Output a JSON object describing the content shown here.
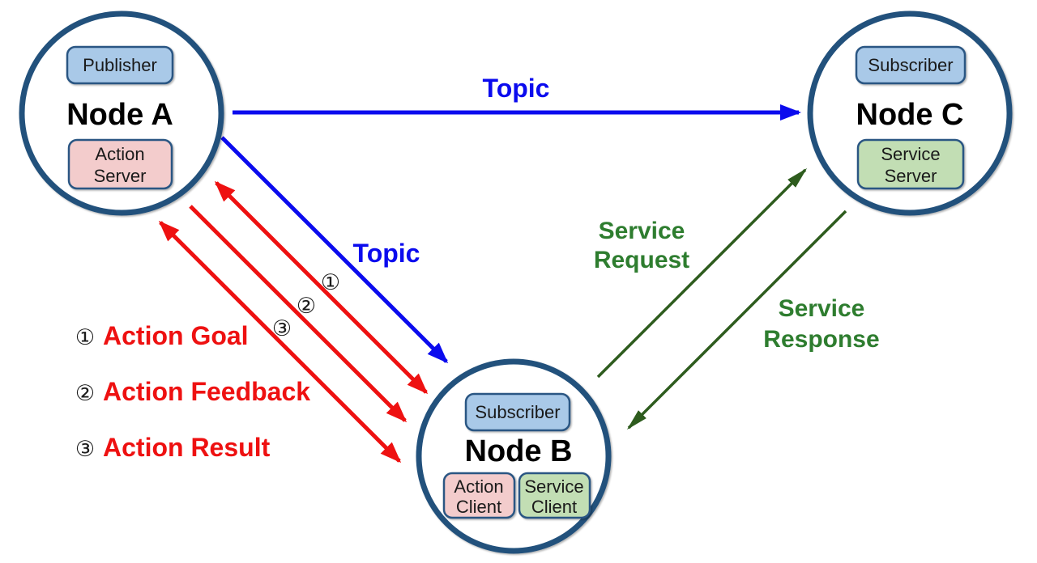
{
  "colors": {
    "background": "#ffffff",
    "node_border": "#24517C",
    "box_border": "#2A5683",
    "blue_box_fill": "#A9C9E8",
    "pink_box_fill": "#F3CCCC",
    "green_box_fill": "#C2DEB4",
    "topic_blue": "#0B0BEE",
    "action_red": "#EE1111",
    "service_arrow_green": "#2E5C1E",
    "service_text_green": "#2E7D2F",
    "number_black": "#1c1c1c"
  },
  "node_a": {
    "title": "Node A",
    "publisher_label": "Publisher",
    "action_server_line1": "Action",
    "action_server_line2": "Server"
  },
  "node_b": {
    "title": "Node B",
    "subscriber_label": "Subscriber",
    "action_client_line1": "Action",
    "action_client_line2": "Client",
    "service_client_line1": "Service",
    "service_client_line2": "Client"
  },
  "node_c": {
    "title": "Node C",
    "subscriber_label": "Subscriber",
    "service_server_line1": "Service",
    "service_server_line2": "Server"
  },
  "arrows": {
    "topic_a_to_c_label": "Topic",
    "topic_a_to_b_label": "Topic",
    "service_request_line1": "Service",
    "service_request_line2": "Request",
    "service_response_line1": "Service",
    "service_response_line2": "Response",
    "action_marker_1": "①",
    "action_marker_2": "②",
    "action_marker_3": "③"
  },
  "legend": {
    "items": [
      {
        "num": "①",
        "label": "Action Goal"
      },
      {
        "num": "②",
        "label": "Action Feedback"
      },
      {
        "num": "③",
        "label": "Action Result"
      }
    ]
  }
}
